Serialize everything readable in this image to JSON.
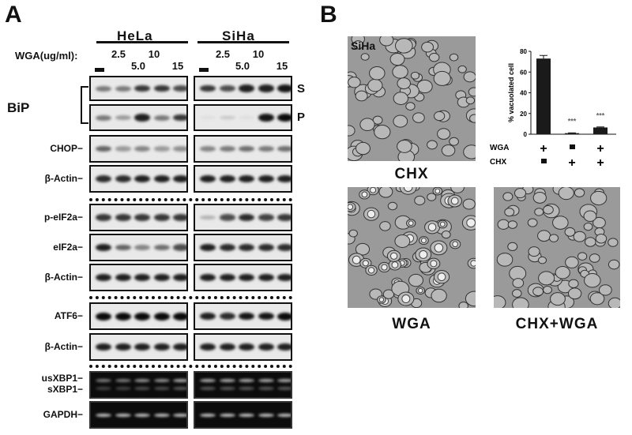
{
  "panel_a": {
    "letter": "A",
    "cell_lines": [
      "HeLa",
      "SiHa"
    ],
    "dose_label": "WGA(ug/ml):",
    "doses_top": [
      "2.5",
      "10"
    ],
    "doses_bottom": [
      "5.0",
      "15"
    ],
    "control_mark": "−",
    "bip_label": "BiP",
    "fraction_labels": [
      "S",
      "P"
    ],
    "rows": [
      {
        "label": "",
        "fraction": "S",
        "dark": false,
        "hela": [
          0.5,
          0.5,
          0.8,
          0.8,
          0.7
        ],
        "siha": [
          0.8,
          0.7,
          0.9,
          0.9,
          0.95
        ]
      },
      {
        "label": "",
        "fraction": "P",
        "dark": false,
        "hela": [
          0.5,
          0.35,
          0.9,
          0.5,
          0.8
        ],
        "siha": [
          0.05,
          0.15,
          0.05,
          0.95,
          1.0
        ]
      },
      {
        "label": "CHOP",
        "dark": false,
        "hela": [
          0.6,
          0.35,
          0.45,
          0.35,
          0.4
        ],
        "siha": [
          0.45,
          0.5,
          0.55,
          0.5,
          0.55
        ]
      },
      {
        "label": "β-Actin",
        "dark": false,
        "hela": [
          0.85,
          0.85,
          0.9,
          0.9,
          0.9
        ],
        "siha": [
          0.9,
          0.9,
          0.9,
          0.9,
          0.9
        ]
      },
      {
        "label": "p-eIF2a",
        "dark": false,
        "hela": [
          0.8,
          0.8,
          0.8,
          0.8,
          0.8
        ],
        "siha": [
          0.25,
          0.7,
          0.85,
          0.75,
          0.8
        ]
      },
      {
        "label": "eIF2a",
        "dark": false,
        "hela": [
          0.9,
          0.6,
          0.45,
          0.55,
          0.7
        ],
        "siha": [
          0.9,
          0.85,
          0.85,
          0.85,
          0.85
        ]
      },
      {
        "label": "β-Actin",
        "dark": false,
        "hela": [
          0.9,
          0.9,
          0.9,
          0.9,
          0.9
        ],
        "siha": [
          0.9,
          0.9,
          0.9,
          0.9,
          0.9
        ]
      },
      {
        "label": "ATF6",
        "dark": false,
        "hela": [
          1,
          1,
          1,
          1,
          1
        ],
        "siha": [
          0.9,
          0.85,
          0.95,
          0.95,
          1
        ]
      },
      {
        "label": "β-Actin",
        "dark": false,
        "hela": [
          0.9,
          0.9,
          0.9,
          0.9,
          0.9
        ],
        "siha": [
          0.9,
          0.9,
          0.9,
          0.9,
          0.9
        ]
      },
      {
        "label": "usXBP1",
        "label2": "sXBP1",
        "dark": true,
        "hela": [
          0.5,
          0.5,
          0.6,
          0.6,
          0.7
        ],
        "siha": [
          0.7,
          0.7,
          0.7,
          0.7,
          0.7
        ]
      },
      {
        "label": "GAPDH",
        "dark": true,
        "hela": [
          0.8,
          0.8,
          0.8,
          0.8,
          0.8
        ],
        "siha": [
          0.8,
          0.8,
          0.8,
          0.8,
          0.8
        ]
      }
    ]
  },
  "panel_b": {
    "letter": "B",
    "images": [
      {
        "label": "CHX",
        "inset": "SiHa"
      },
      {
        "label": "WGA",
        "inset": ""
      },
      {
        "label": "CHX+WGA",
        "inset": ""
      }
    ],
    "chart_data": {
      "type": "bar",
      "ylabel": "% vacuolated cell",
      "ylim": [
        0,
        80
      ],
      "yticks": [
        "0",
        "20",
        "40",
        "60",
        "80"
      ],
      "categories": [
        "WGA+ CHX−",
        "WGA− CHX+",
        "WGA+ CHX+"
      ],
      "values": [
        73,
        1,
        6.5
      ],
      "errors": [
        3,
        0.3,
        0.5
      ],
      "annotations": [
        "",
        "***",
        "***"
      ],
      "treatment_rows": [
        {
          "name": "WGA",
          "marks": [
            "+",
            "−",
            "+"
          ]
        },
        {
          "name": "CHX",
          "marks": [
            "−",
            "+",
            "+"
          ]
        }
      ],
      "bar_color": "#1a1a1a"
    }
  }
}
